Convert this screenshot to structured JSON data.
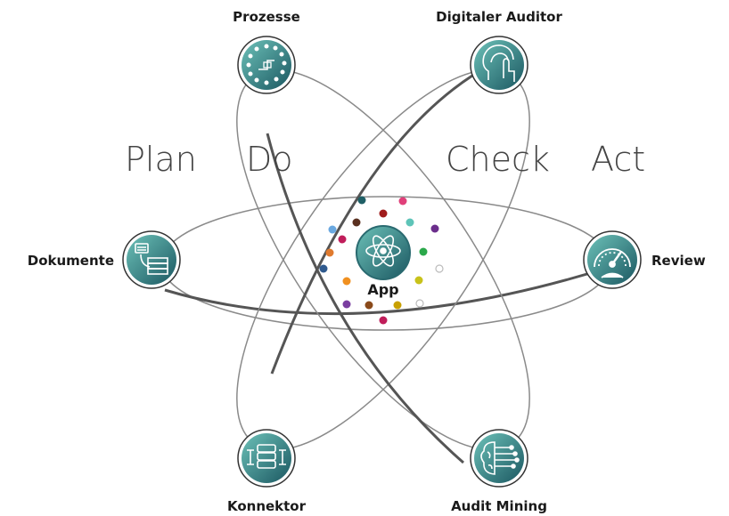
{
  "phases": {
    "plan": "Plan",
    "do": "Do",
    "check": "Check",
    "act": "Act"
  },
  "center": {
    "label": "App",
    "icon": "atom-icon"
  },
  "nodes": {
    "prozesse": {
      "label": "Prozesse",
      "icon": "circuit-icon"
    },
    "digitaler_auditor": {
      "label": "Digitaler Auditor",
      "icon": "head-touch-icon"
    },
    "dokumente": {
      "label": "Dokumente",
      "icon": "documents-stack-icon"
    },
    "review": {
      "label": "Review",
      "icon": "gauge-icon"
    },
    "konnektor": {
      "label": "Konnektor",
      "icon": "database-connector-icon"
    },
    "audit_mining": {
      "label": "Audit Mining",
      "icon": "brain-network-icon"
    }
  },
  "colors": {
    "teal_light": "#5fb3ad",
    "teal_dark": "#1f5f66",
    "orbit": "#7a7a7a"
  }
}
